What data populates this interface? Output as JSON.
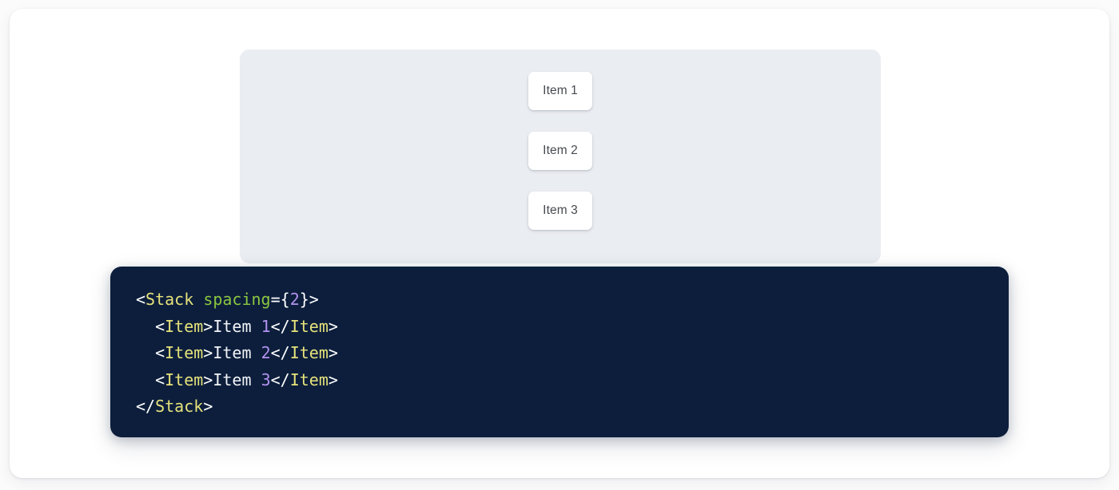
{
  "preview": {
    "panel_name": "stack-preview-panel",
    "background_color": "#eaedf2",
    "items": [
      {
        "label": "Item 1"
      },
      {
        "label": "Item 2"
      },
      {
        "label": "Item 3"
      }
    ]
  },
  "code": {
    "language": "jsx",
    "background_color": "#0c1e3c",
    "colors": {
      "tag": "#e6e27b",
      "attribute": "#8cc63f",
      "number": "#b392f0",
      "punctuation": "#ffffff",
      "text": "#f2f4f8"
    },
    "lines": [
      {
        "tokens": [
          {
            "t": "<",
            "k": "punct"
          },
          {
            "t": "Stack",
            "k": "tag"
          },
          {
            "t": " ",
            "k": "punct"
          },
          {
            "t": "spacing",
            "k": "attr"
          },
          {
            "t": "=",
            "k": "punct"
          },
          {
            "t": "{",
            "k": "punct"
          },
          {
            "t": "2",
            "k": "number"
          },
          {
            "t": "}",
            "k": "punct"
          },
          {
            "t": ">",
            "k": "punct"
          }
        ]
      },
      {
        "tokens": [
          {
            "t": "  <",
            "k": "punct"
          },
          {
            "t": "Item",
            "k": "tag"
          },
          {
            "t": ">",
            "k": "punct"
          },
          {
            "t": "Item ",
            "k": "text"
          },
          {
            "t": "1",
            "k": "number"
          },
          {
            "t": "</",
            "k": "punct"
          },
          {
            "t": "Item",
            "k": "tag"
          },
          {
            "t": ">",
            "k": "punct"
          }
        ]
      },
      {
        "tokens": [
          {
            "t": "  <",
            "k": "punct"
          },
          {
            "t": "Item",
            "k": "tag"
          },
          {
            "t": ">",
            "k": "punct"
          },
          {
            "t": "Item ",
            "k": "text"
          },
          {
            "t": "2",
            "k": "number"
          },
          {
            "t": "</",
            "k": "punct"
          },
          {
            "t": "Item",
            "k": "tag"
          },
          {
            "t": ">",
            "k": "punct"
          }
        ]
      },
      {
        "tokens": [
          {
            "t": "  <",
            "k": "punct"
          },
          {
            "t": "Item",
            "k": "tag"
          },
          {
            "t": ">",
            "k": "punct"
          },
          {
            "t": "Item ",
            "k": "text"
          },
          {
            "t": "3",
            "k": "number"
          },
          {
            "t": "</",
            "k": "punct"
          },
          {
            "t": "Item",
            "k": "tag"
          },
          {
            "t": ">",
            "k": "punct"
          }
        ]
      },
      {
        "tokens": [
          {
            "t": "</",
            "k": "punct"
          },
          {
            "t": "Stack",
            "k": "tag"
          },
          {
            "t": ">",
            "k": "punct"
          }
        ]
      }
    ]
  }
}
